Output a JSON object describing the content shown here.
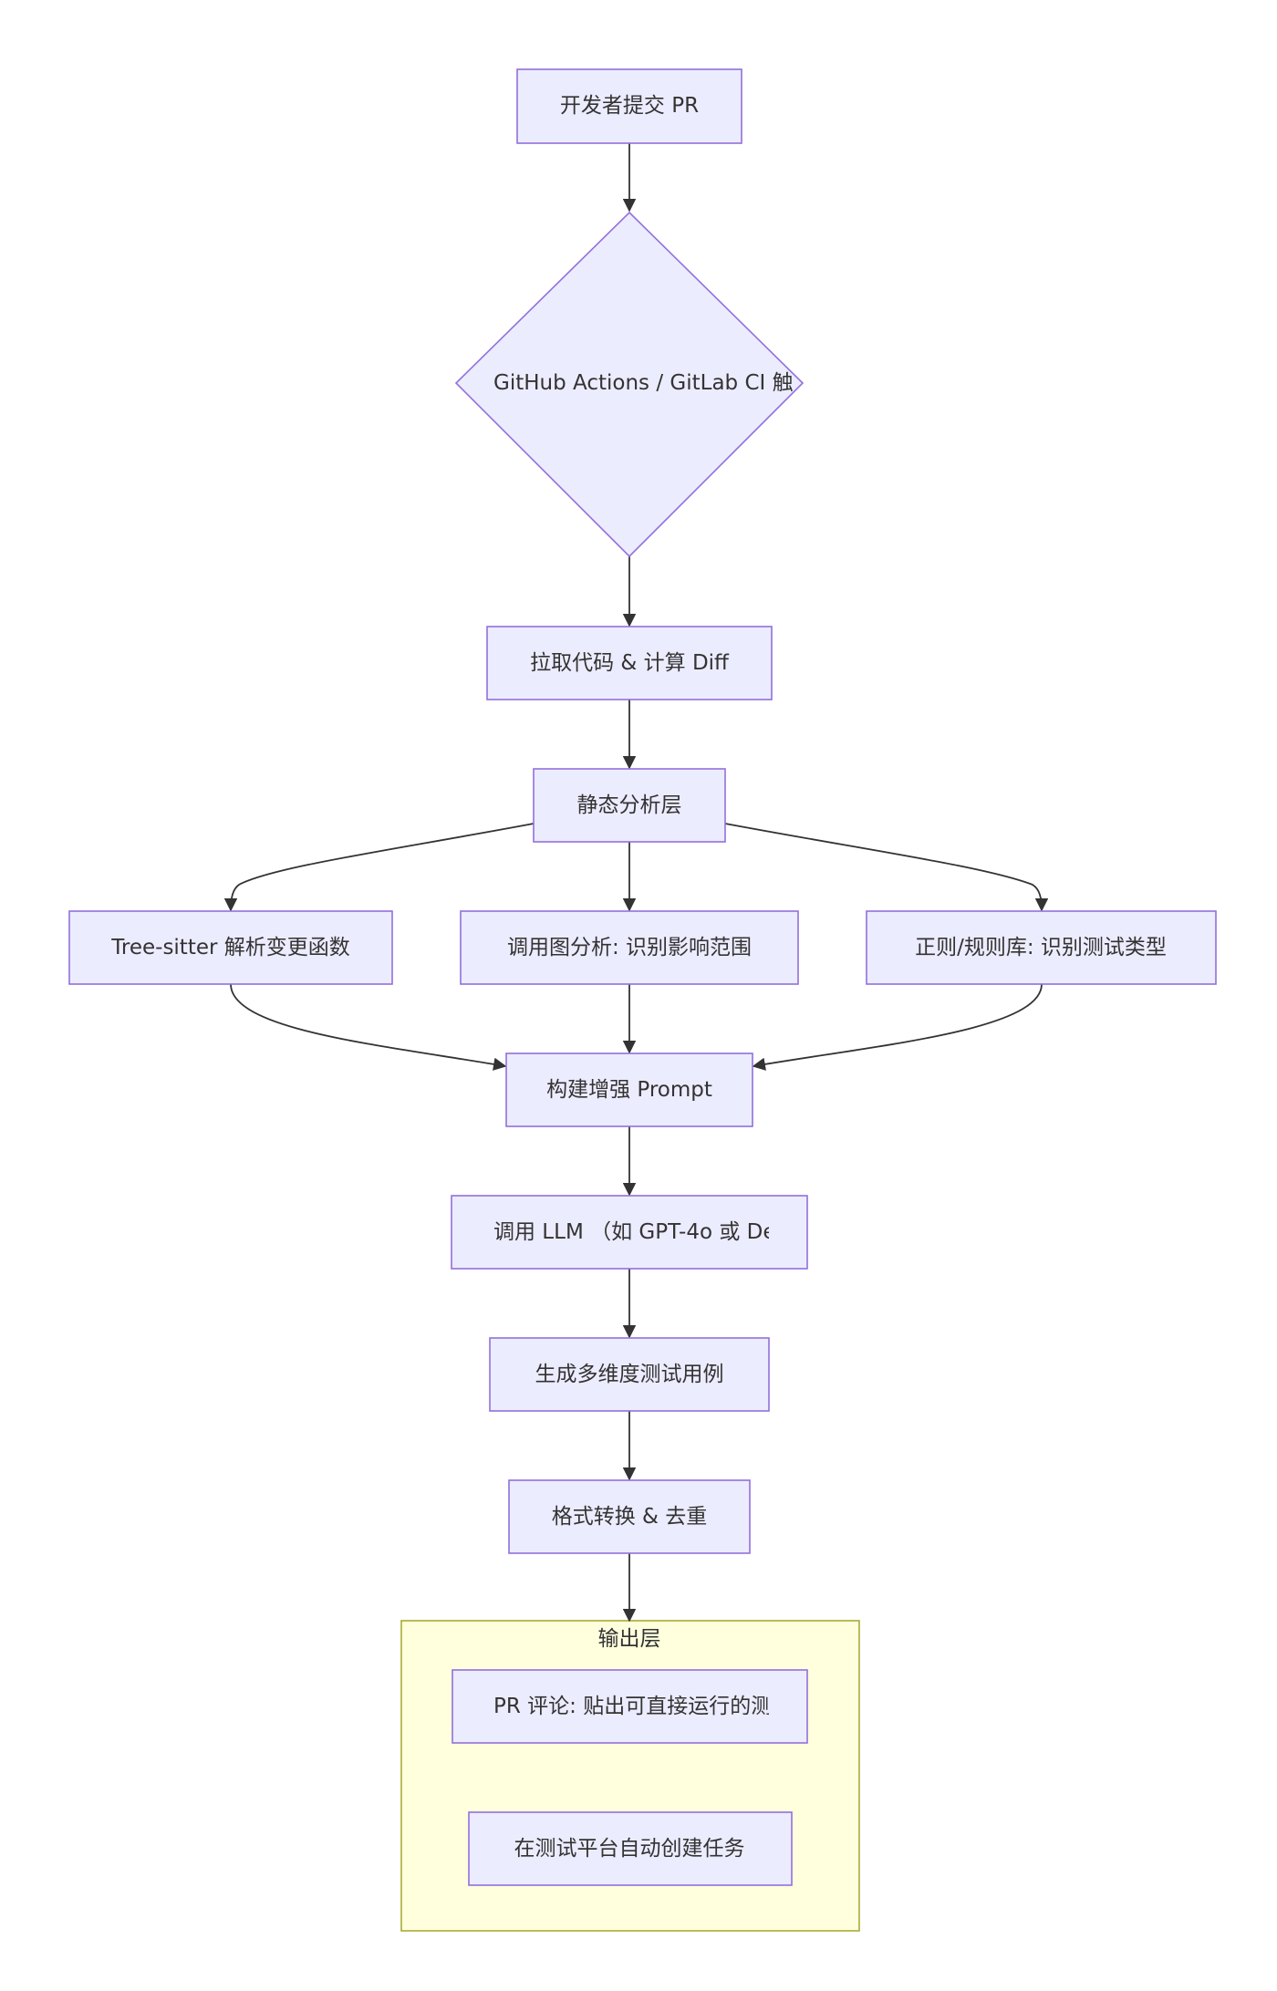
{
  "nodes": {
    "submit_pr": "开发者提交 PR",
    "ci_trigger": "GitHub Actions / GitLab CI 触",
    "pull_diff": "拉取代码 & 计算 Diff",
    "static_layer": "静态分析层",
    "tree_sitter": "Tree-sitter 解析变更函数",
    "call_graph": "调用图分析: 识别影响范围",
    "regex_rules": "正则/规则库: 识别测试类型",
    "build_prompt": "构建增强 Prompt",
    "call_llm": "调用 LLM （如 GPT-4o 或 De",
    "gen_cases": "生成多维度测试用例",
    "format_dedup": "格式转换 & 去重",
    "pr_comment": "PR 评论: 贴出可直接运行的测",
    "create_task": "在测试平台自动创建任务"
  },
  "cluster": {
    "output_title": "输出层"
  },
  "colors": {
    "node_fill": "#ECECFF",
    "node_stroke": "#9370DB",
    "cluster_fill": "#FFFFDE",
    "cluster_stroke": "#AAAA33",
    "edge": "#333333"
  }
}
